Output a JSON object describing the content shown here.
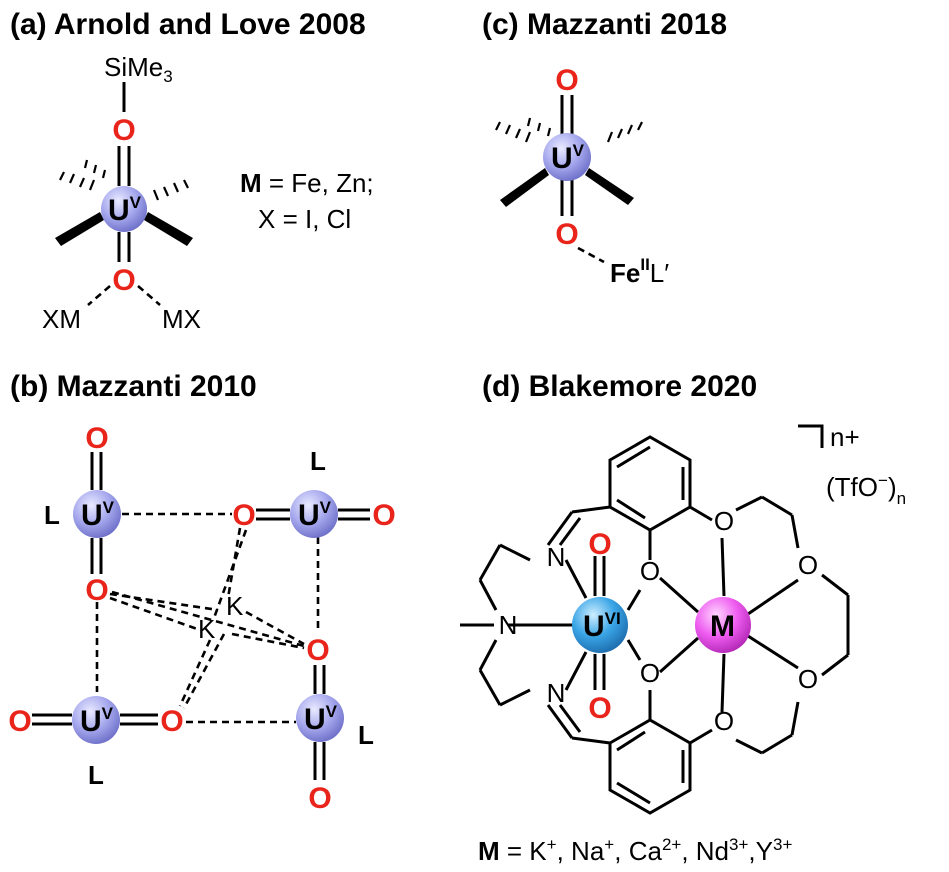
{
  "panels": {
    "a": {
      "title": "(a) Arnold and Love 2008",
      "silyl": "SiMe",
      "silyl_sub": "3",
      "o_top": "O",
      "o_bottom": "O",
      "uranium": "U",
      "uranium_ox": "V",
      "m_left": "XM",
      "m_right": "MX",
      "legend_m": "M",
      "legend_m_rest": " = Fe, Zn;",
      "legend_x": "X = I, Cl"
    },
    "b": {
      "title": "(b) Mazzanti 2010",
      "uranium": "U",
      "uranium_ox": "V",
      "oxygen": "O",
      "ligand": "L",
      "potassium": "K"
    },
    "c": {
      "title": "(c) Mazzanti 2018",
      "uranium": "U",
      "uranium_ox": "V",
      "o_top": "O",
      "o_bottom": "O",
      "iron": "Fe",
      "iron_ox": "II",
      "ligand": "L′"
    },
    "d": {
      "title": "(d) Blakemore 2020",
      "charge": "n+",
      "counterion": "(TfO",
      "counterion_sup": "−",
      "counterion_close": ")",
      "counterion_sub": "n",
      "uranium": "U",
      "uranium_ox": "VI",
      "metal": "M",
      "oxygen": "O",
      "nitrogen": "N",
      "legend_m": "M",
      "legend_eq": " = K",
      "ions": [
        {
          "el": "K",
          "charge": "+"
        },
        {
          "el": "Na",
          "charge": "+"
        },
        {
          "el": "Ca",
          "charge": "2+"
        },
        {
          "el": "Nd",
          "charge": "3+"
        },
        {
          "el": "Y",
          "charge": "3+"
        }
      ]
    }
  },
  "colors": {
    "oxygen": "#e8241b",
    "uranium_v": "#a7a9ee",
    "uranium_vi": "#3aa5e6",
    "metal": "#ee5cf0"
  }
}
